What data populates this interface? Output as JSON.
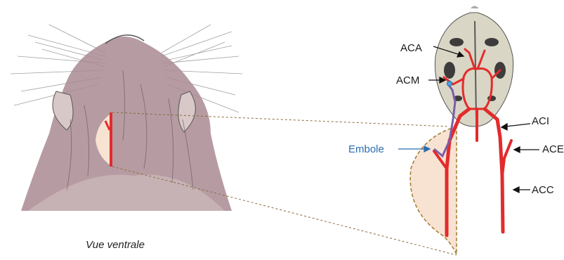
{
  "caption": "Vue ventrale",
  "labels": {
    "aca": "ACA",
    "acm": "ACM",
    "aci": "ACI",
    "ace": "ACE",
    "acc": "ACC",
    "embole": "Embole"
  },
  "colors": {
    "artery": "#e32b2b",
    "embolus": "#7b5ea8",
    "embole_label": "#2b6cb0",
    "skin_incision": "#f8e2d2",
    "skull": "#d9d6c5",
    "fur": "#9c7c84"
  }
}
